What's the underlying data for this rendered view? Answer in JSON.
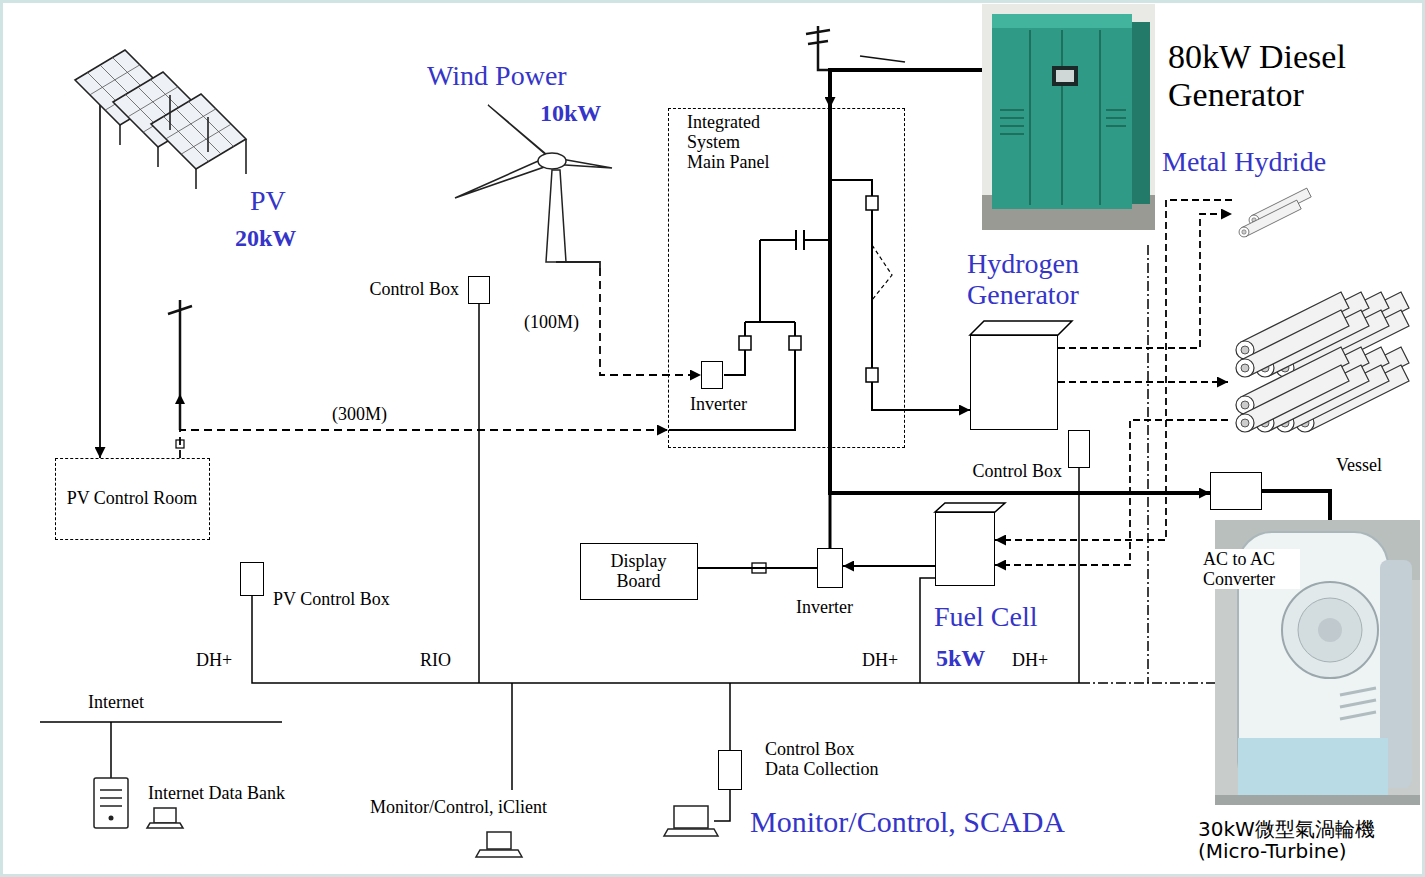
{
  "diagram": {
    "nodes": [
      {
        "text": [
          "PV",
          "20kW"
        ]
      },
      {
        "text": [
          "PV Control Room"
        ]
      },
      {
        "text": [
          "Wind Power",
          "10kW"
        ]
      },
      {
        "text": [
          "Control Box"
        ]
      },
      {
        "text": [
          "Integrated System Main Panel"
        ]
      },
      {
        "text": [
          "Inverter"
        ],
        "in": 4
      },
      {
        "text": [
          "80kW Diesel Generator"
        ]
      },
      {
        "text": [
          "Metal Hydride"
        ]
      },
      {
        "text": [
          "Hydrogen Generator"
        ]
      },
      {
        "text": [
          "Control Box"
        ]
      },
      {
        "text": [
          "Vessel"
        ]
      },
      {
        "text": [
          "AC to AC Converter"
        ]
      },
      {
        "text": [
          "Display Board"
        ]
      },
      {
        "text": [
          "Inverter"
        ]
      },
      {
        "text": [
          "Fuel Cell",
          "5kW"
        ]
      },
      {
        "text": [
          "PV Control Box"
        ]
      },
      {
        "text": [
          "Internet Data Bank"
        ]
      },
      {
        "text": [
          "Monitor/Control, iClient"
        ]
      },
      {
        "text": [
          "Control Box Data Collection"
        ]
      },
      {
        "text": [
          "Monitor/Control, SCADA"
        ]
      },
      {
        "text": [
          "30kW微型氣渦輪機(Micro-Turbine)"
        ]
      }
    ],
    "edges": [
      {
        "from": 0,
        "to": 1,
        "arrow": "to"
      },
      {
        "from": 1,
        "to": 4,
        "label": "(300M)",
        "arrow": "to"
      },
      {
        "from": 2,
        "to": 5,
        "label": "(100M)",
        "arrow": "to"
      },
      {
        "from": 6,
        "to": 4,
        "arrow": "to"
      },
      {
        "from": 4,
        "to": 8,
        "arrow": "to"
      },
      {
        "from": 4,
        "to": 11,
        "arrow": "to"
      },
      {
        "from": 13,
        "to": 4,
        "arrow": "none"
      },
      {
        "from": 11,
        "to": 20,
        "arrow": "none"
      },
      {
        "from": 8,
        "to": 10,
        "arrow": "to"
      },
      {
        "from": 8,
        "to": 7,
        "arrow": "to"
      },
      {
        "from": 10,
        "to": 14,
        "arrow": "to"
      },
      {
        "from": 7,
        "to": 14,
        "arrow": "to"
      },
      {
        "from": 14,
        "to": 13,
        "arrow": "to"
      },
      {
        "from": 13,
        "to": 12,
        "arrow": "none"
      },
      {
        "from": 18,
        "to": 19,
        "arrow": "none"
      }
    ],
    "labels": [
      "DH+",
      "RIO",
      "DH+",
      "DH+",
      "Internet"
    ]
  }
}
